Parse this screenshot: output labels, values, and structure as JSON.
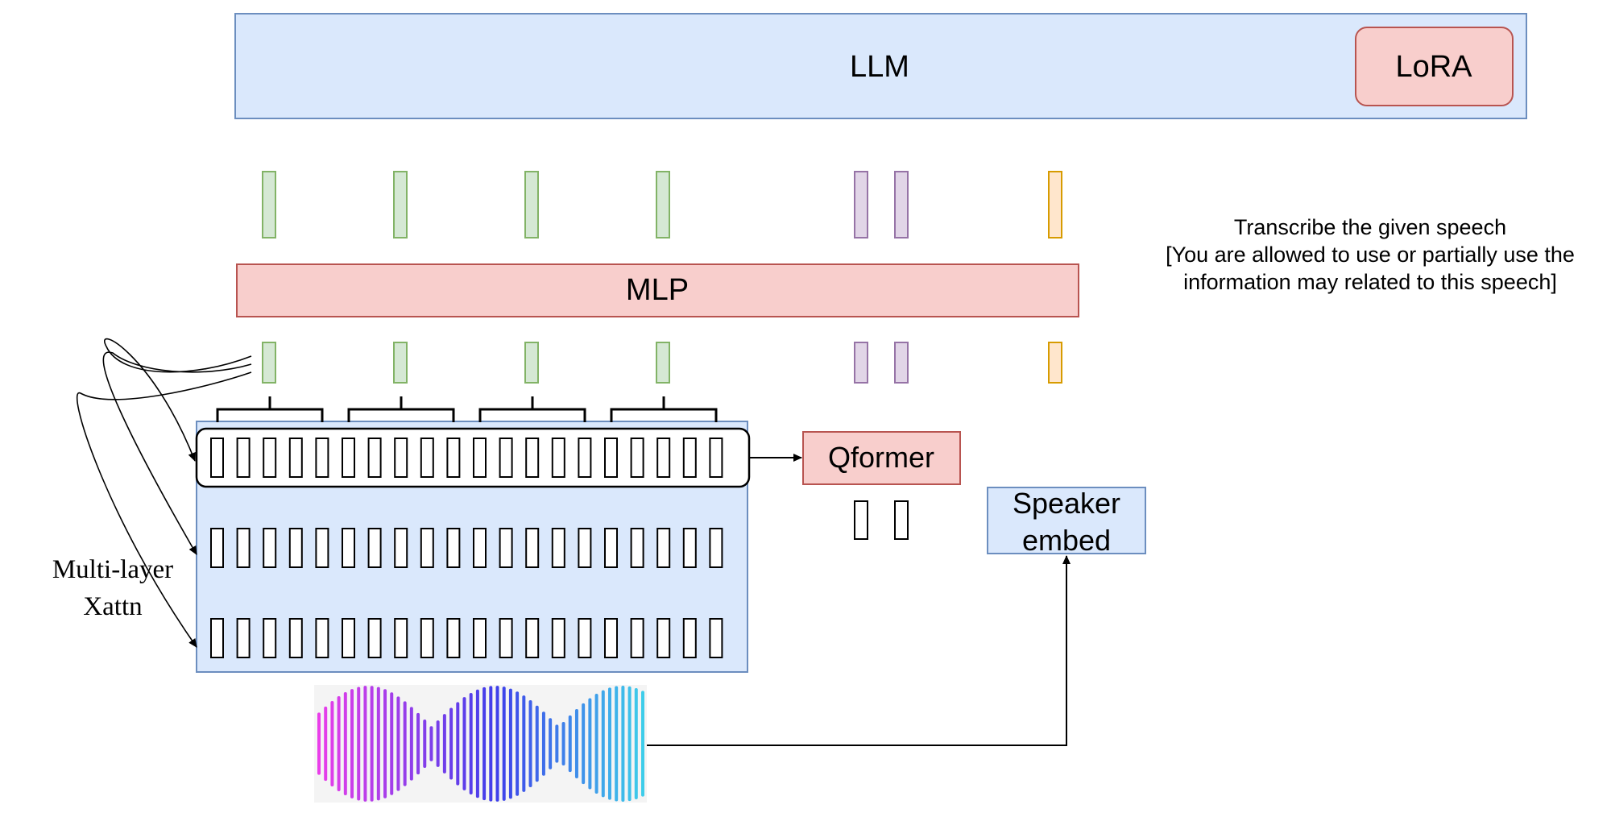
{
  "llm": {
    "label": "LLM",
    "lora_label": "LoRA"
  },
  "mlp": {
    "label": "MLP"
  },
  "qformer": {
    "label": "Qformer"
  },
  "speaker": {
    "label_line1": "Speaker",
    "label_line2": "embed"
  },
  "xattn": {
    "label_line1": "Multi-layer",
    "label_line2": "Xattn"
  },
  "prompt": {
    "line1": "Transcribe the given speech",
    "line2": "[You are allowed to use or partially use the",
    "line3": "information may related to this speech]"
  },
  "colors": {
    "llm_fill": "#dae8fc",
    "llm_stroke": "#6c8ebf",
    "red_fill": "#f8cecc",
    "red_stroke": "#b85450",
    "green_fill": "#d5e8d4",
    "green_stroke": "#82b366",
    "purple_fill": "#e1d5e7",
    "purple_stroke": "#9673a6",
    "orange_fill": "#ffe6cc",
    "orange_stroke": "#d79b00"
  }
}
